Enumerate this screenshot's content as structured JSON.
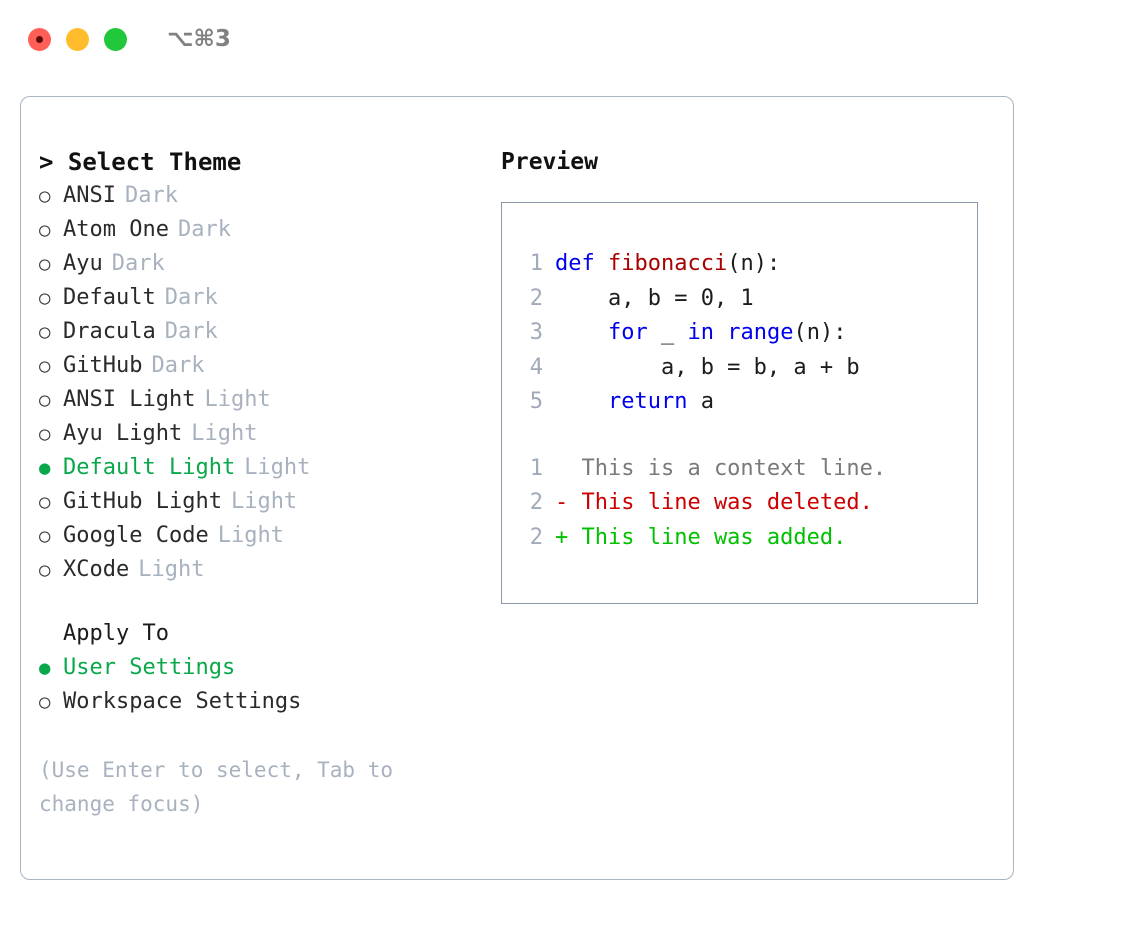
{
  "window": {
    "shortcut_title": "⌥⌘3",
    "traffic_lights": [
      "close-red",
      "minimize-yellow",
      "zoom-green"
    ]
  },
  "theme_picker": {
    "heading": "> Select Theme",
    "selected_marker": "●",
    "unselected_marker": "○",
    "themes": [
      {
        "name": "ANSI",
        "variant": "Dark",
        "selected": false
      },
      {
        "name": "Atom One",
        "variant": "Dark",
        "selected": false
      },
      {
        "name": "Ayu",
        "variant": "Dark",
        "selected": false
      },
      {
        "name": "Default",
        "variant": "Dark",
        "selected": false
      },
      {
        "name": "Dracula",
        "variant": "Dark",
        "selected": false
      },
      {
        "name": "GitHub",
        "variant": "Dark",
        "selected": false
      },
      {
        "name": "ANSI Light",
        "variant": "Light",
        "selected": false
      },
      {
        "name": "Ayu Light",
        "variant": "Light",
        "selected": false
      },
      {
        "name": "Default Light",
        "variant": "Light",
        "selected": true
      },
      {
        "name": "GitHub Light",
        "variant": "Light",
        "selected": false
      },
      {
        "name": "Google Code",
        "variant": "Light",
        "selected": false
      },
      {
        "name": "XCode",
        "variant": "Light",
        "selected": false
      }
    ]
  },
  "apply_to": {
    "label": "Apply To",
    "options": [
      {
        "name": "User Settings",
        "selected": true
      },
      {
        "name": "Workspace Settings",
        "selected": false
      }
    ]
  },
  "hint": "(Use Enter to select, Tab to change focus)",
  "preview": {
    "title": "Preview",
    "code_lines": [
      {
        "no": "1",
        "tokens": [
          {
            "t": "def ",
            "c": "kw"
          },
          {
            "t": "fibonacci",
            "c": "fn"
          },
          {
            "t": "(n):",
            "c": "plain"
          }
        ]
      },
      {
        "no": "2",
        "tokens": [
          {
            "t": "    a, b = 0, 1",
            "c": "plain"
          }
        ]
      },
      {
        "no": "3",
        "tokens": [
          {
            "t": "    ",
            "c": "plain"
          },
          {
            "t": "for",
            "c": "kw"
          },
          {
            "t": " _ ",
            "c": "plain"
          },
          {
            "t": "in",
            "c": "kw"
          },
          {
            "t": " ",
            "c": "plain"
          },
          {
            "t": "range",
            "c": "kw"
          },
          {
            "t": "(n):",
            "c": "plain"
          }
        ]
      },
      {
        "no": "4",
        "tokens": [
          {
            "t": "        a, b = b, a + b",
            "c": "plain"
          }
        ]
      },
      {
        "no": "5",
        "tokens": [
          {
            "t": "    ",
            "c": "plain"
          },
          {
            "t": "return",
            "c": "kw"
          },
          {
            "t": " a",
            "c": "plain"
          }
        ]
      }
    ],
    "diff_lines": [
      {
        "no": "1",
        "text": "  This is a context line.",
        "kind": "diff-ctx"
      },
      {
        "no": "2",
        "text": "- This line was deleted.",
        "kind": "diff-del"
      },
      {
        "no": "2",
        "text": "+ This line was added.",
        "kind": "diff-add"
      }
    ]
  },
  "colors": {
    "accent_green": "#0aa84a",
    "diff_add": "#00c000",
    "diff_del": "#cc0000",
    "keyword_blue": "#0000ee",
    "function_red": "#aa0000",
    "muted": "#a8b2bf",
    "border": "#8d99aa"
  }
}
